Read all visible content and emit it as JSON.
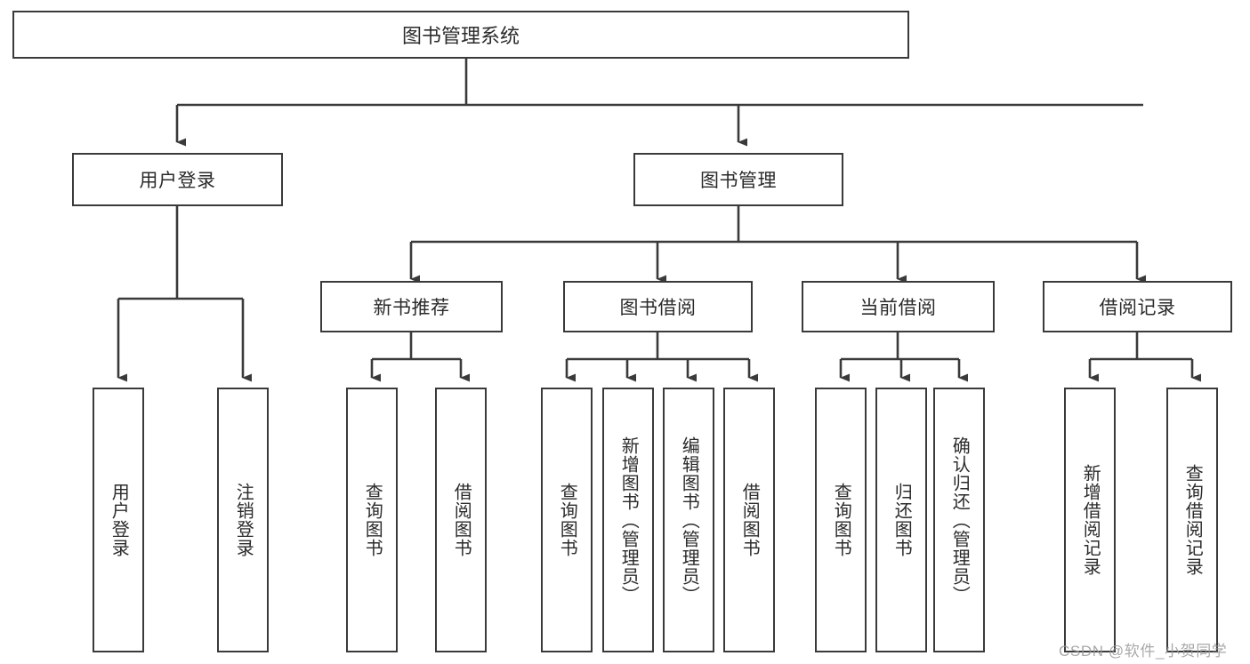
{
  "diagram": {
    "type": "tree",
    "title": "图书管理系统",
    "root": {
      "label": "图书管理系统"
    },
    "level2": [
      {
        "label": "用户登录"
      },
      {
        "label": "图书管理"
      }
    ],
    "level3": [
      {
        "label": "新书推荐"
      },
      {
        "label": "图书借阅"
      },
      {
        "label": "当前借阅"
      },
      {
        "label": "借阅记录"
      }
    ],
    "leaves": {
      "user_login": [
        {
          "label": "用户登录"
        },
        {
          "label": "注销登录"
        }
      ],
      "new_book": [
        {
          "label": "查询图书"
        },
        {
          "label": "借阅图书"
        }
      ],
      "book_borrow": [
        {
          "label": "查询图书"
        },
        {
          "label": "新增图书（管理员）"
        },
        {
          "label": "编辑图书（管理员）"
        },
        {
          "label": "借阅图书"
        }
      ],
      "current_borrow": [
        {
          "label": "查询图书"
        },
        {
          "label": "归还图书"
        },
        {
          "label": "确认归还（管理员）"
        }
      ],
      "borrow_record": [
        {
          "label": "新增借阅记录"
        },
        {
          "label": "查询借阅记录"
        }
      ]
    },
    "watermark": "CSDN @软件_小贺同学",
    "colors": {
      "stroke": "#3a3a3a",
      "fill": "#ffffff",
      "text": "#2b2b2b",
      "watermark": "#9a9a9a"
    }
  }
}
